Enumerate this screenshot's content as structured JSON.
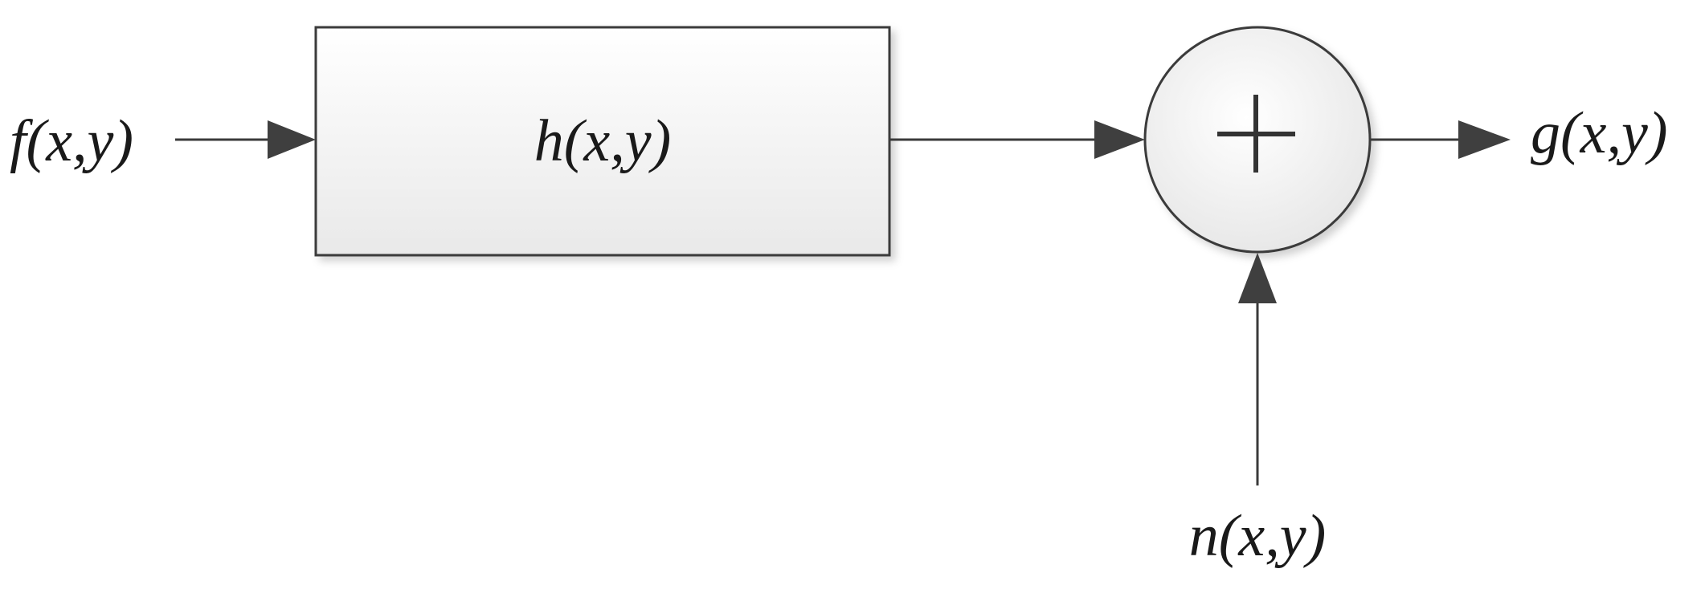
{
  "diagram": {
    "input_label": "f(x,y)",
    "system_label": "h(x,y)",
    "summing_symbol": "+",
    "noise_label": "n(x,y)",
    "output_label": "g(x,y)"
  }
}
